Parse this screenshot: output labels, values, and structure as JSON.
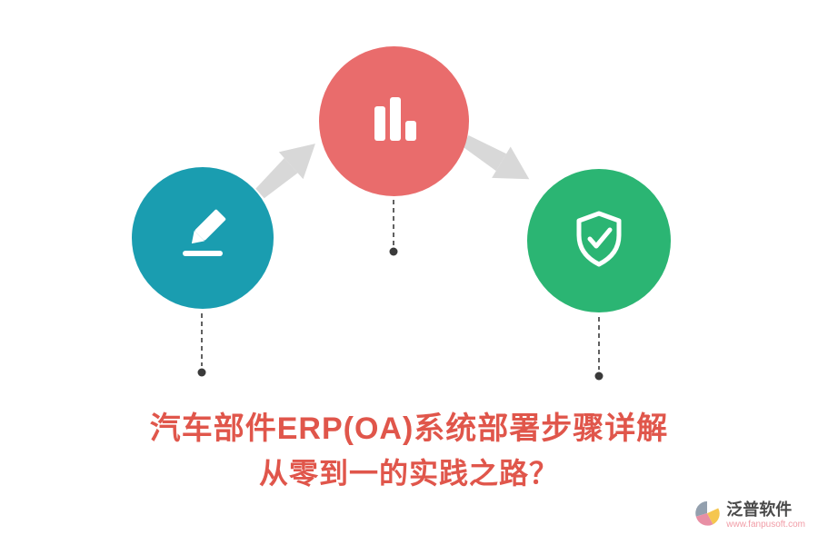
{
  "title": {
    "line1": "汽车部件ERP(OA)系统部署步骤详解",
    "line2": "从零到一的实践之路？"
  },
  "steps": [
    {
      "id": "step-1",
      "icon": "pencil-edit-icon",
      "color": "#1A9DB0"
    },
    {
      "id": "step-2",
      "icon": "bar-chart-icon",
      "color": "#E96C6C"
    },
    {
      "id": "step-3",
      "icon": "shield-check-icon",
      "color": "#2BB573"
    }
  ],
  "logo": {
    "name": "泛普软件",
    "url": "www.fanpusoft.com"
  },
  "colors": {
    "teal": "#1A9DB0",
    "coral": "#E96C6C",
    "green": "#2BB573",
    "arrow": "#D8D8D8",
    "connector": "#3A3A3A",
    "title-red": "#E0564B",
    "logo-text": "#4A4A4A",
    "logo-url": "#F19CA6"
  }
}
